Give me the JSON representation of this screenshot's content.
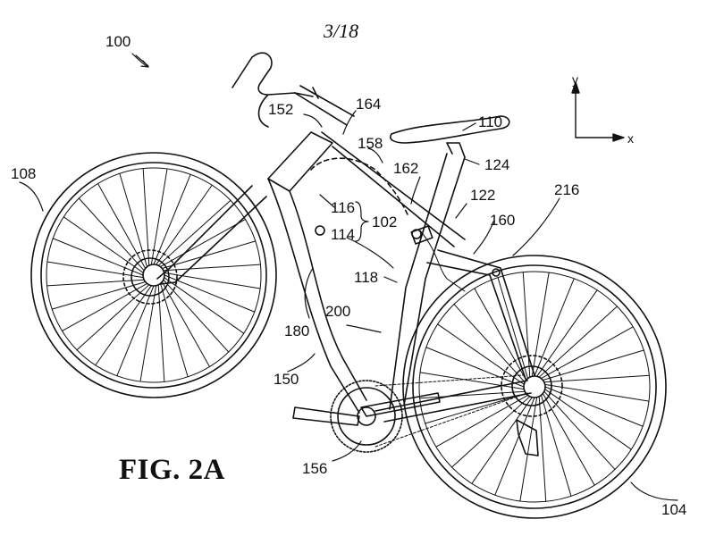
{
  "sheet": {
    "page_number": "3/18",
    "figure_title": "FIG. 2A"
  },
  "axes": {
    "y_label": "y",
    "x_label": "x"
  },
  "labels": {
    "l100": "100",
    "l108": "108",
    "l152": "152",
    "l164": "164",
    "l110": "110",
    "l158": "158",
    "l162": "162",
    "l124": "124",
    "l122": "122",
    "l216": "216",
    "l116": "116",
    "l102": "102",
    "l114": "114",
    "l160": "160",
    "l118": "118",
    "l180": "180",
    "l200": "200",
    "l150": "150",
    "l156": "156",
    "l104": "104"
  }
}
